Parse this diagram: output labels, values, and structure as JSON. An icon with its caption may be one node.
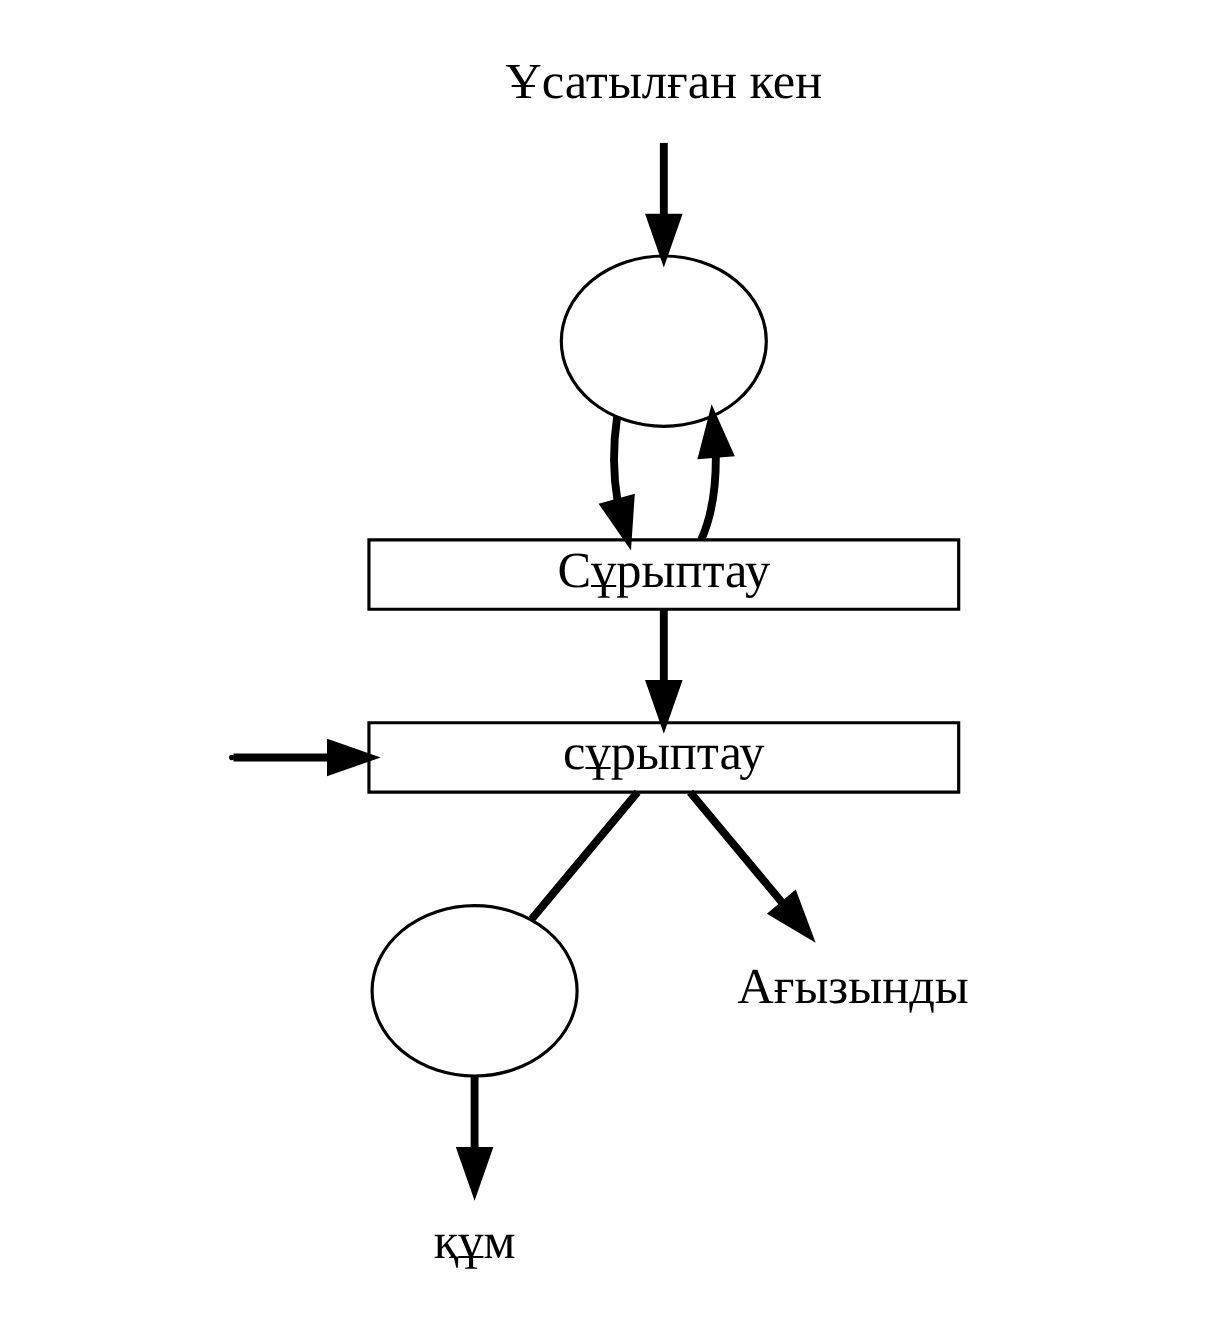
{
  "diagram": {
    "nodes": [
      {
        "text": [
          "Ұсатылған кен"
        ]
      },
      {
        "text": [],
        "shape": "circle"
      },
      {
        "text": [
          "Сұрыптау"
        ]
      },
      {
        "text": [
          "сұрыптау"
        ]
      },
      {
        "text": [],
        "shape": "circle"
      },
      {
        "text": [
          "Ағызынды"
        ]
      },
      {
        "text": [
          "құм"
        ]
      }
    ],
    "edges": [
      {
        "from": 0,
        "to": 1,
        "arrow": "to"
      },
      {
        "from": 1,
        "to": 2,
        "arrow": "to"
      },
      {
        "from": 2,
        "to": 1,
        "arrow": "to"
      },
      {
        "from": 2,
        "to": 3,
        "arrow": "to"
      },
      {
        "from": null,
        "to": 3,
        "arrow": "to"
      },
      {
        "from": 3,
        "to": 5,
        "arrow": "to"
      },
      {
        "from": 3,
        "to": 4,
        "arrow": "none"
      },
      {
        "from": 4,
        "to": 6,
        "arrow": "to"
      }
    ]
  }
}
